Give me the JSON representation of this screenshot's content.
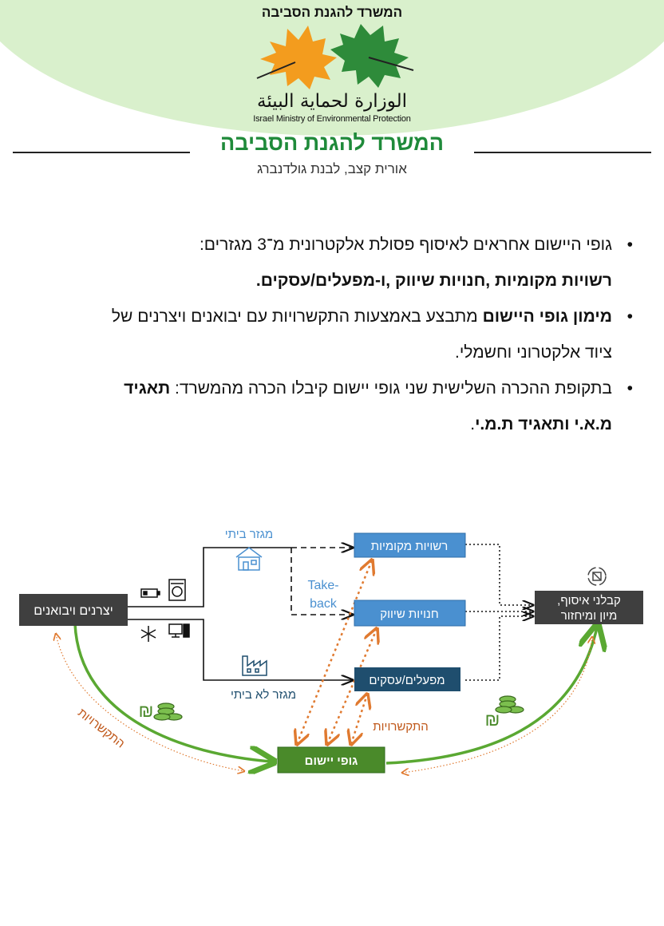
{
  "header": {
    "logo_hebrew": "המשרד להגנת הסביבה",
    "logo_arabic": "الوزارة لحماية البيئة",
    "logo_english": "Israel Ministry of Environmental Protection",
    "title": "המשרד להגנת הסביבה",
    "authors": "אורית קצב, לבנת גולדנברג"
  },
  "bullets": [
    {
      "line1": "גופי היישום אחראים לאיסוף פסולת אלקטרונית מ־3 מגזרים:",
      "line2": "רשויות מקומיות ,חנויות שיווק ,ו-מפעלים/עסקים."
    },
    {
      "bold": "מימון גופי היישום",
      "text": " מתבצע באמצעות התקשרויות עם יבואנים ויצרנים של",
      "line2": "ציוד אלקטרוני וחשמלי."
    },
    {
      "text": "בתקופת ההכרה השלישית שני גופי יישום קיבלו הכרה מהמשרד: ",
      "bold": "תאגיד",
      "line2_bold": "מ.א.י ותאגיד ת.מ.י",
      "line2_end": "."
    }
  ],
  "diagram": {
    "producers": "יצרנים ויבואנים",
    "municipalities": "רשויות מקומיות",
    "retail": "חנויות שיווק",
    "factories": "מפעלים/עסקים",
    "implementers": "גופי יישום",
    "collectors_line1": "קבלני איסוף,",
    "collectors_line2": "מיון ומיחזור",
    "household": "מגזר ביתי",
    "non_household": "מגזר לא ביתי",
    "takeback_line1": "Take-",
    "takeback_line2": "back",
    "contracts_left": "התקשרויות",
    "contracts_center": "התקשרויות",
    "shekel": "₪",
    "colors": {
      "dark_box": "#3f3f3f",
      "blue_box": "#4a90d0",
      "teal_box": "#1f4e6e",
      "green_box": "#4a8a2a",
      "green_line": "#5aa832",
      "orange": "#e07a30",
      "label_blue": "#4a90d0",
      "label_teal": "#1f4e6e"
    }
  }
}
